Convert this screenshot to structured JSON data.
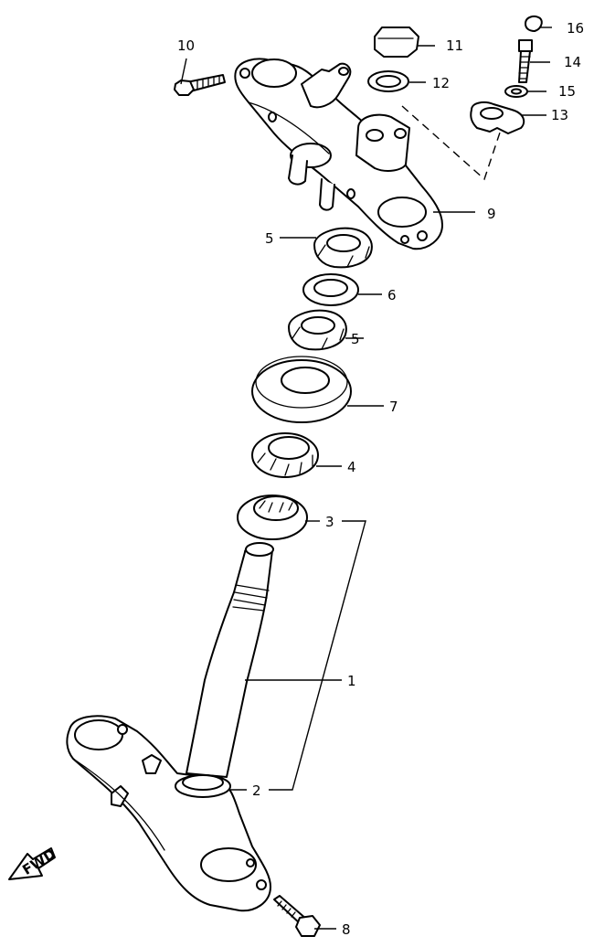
{
  "callouts": [
    {
      "id": "1",
      "label": "1"
    },
    {
      "id": "2",
      "label": "2"
    },
    {
      "id": "3",
      "label": "3"
    },
    {
      "id": "4",
      "label": "4"
    },
    {
      "id": "5a",
      "label": "5"
    },
    {
      "id": "5b",
      "label": "5"
    },
    {
      "id": "6",
      "label": "6"
    },
    {
      "id": "7",
      "label": "7"
    },
    {
      "id": "8",
      "label": "8"
    },
    {
      "id": "9",
      "label": "9"
    },
    {
      "id": "10",
      "label": "10"
    },
    {
      "id": "11",
      "label": "11"
    },
    {
      "id": "12",
      "label": "12"
    },
    {
      "id": "13",
      "label": "13"
    },
    {
      "id": "14",
      "label": "14"
    },
    {
      "id": "15",
      "label": "15"
    },
    {
      "id": "16",
      "label": "16"
    }
  ],
  "fwd_marker": {
    "label": "FWD"
  }
}
